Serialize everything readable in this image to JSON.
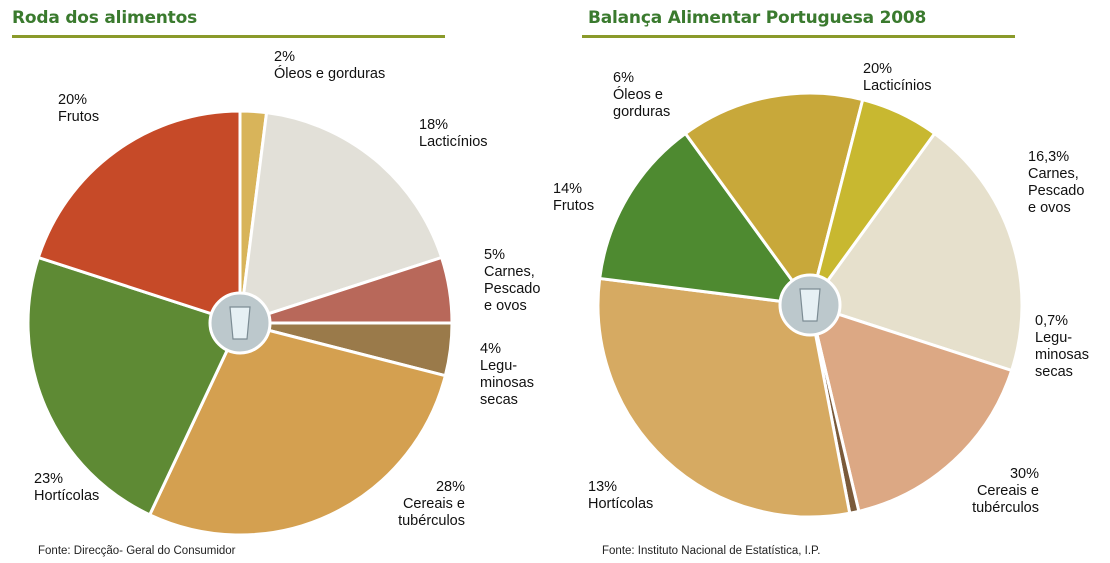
{
  "colors": {
    "title": "#3a7a2e",
    "rule": "#8a9a2a"
  },
  "chart_data": [
    {
      "type": "pie",
      "title": "Roda dos alimentos",
      "source": "Fonte: Direcção- Geral do Consumidor",
      "slices": [
        {
          "label": "Óleos e gorduras",
          "value": 2,
          "value_text": "2%",
          "label_lines": [
            "Óleos e gorduras"
          ],
          "color": "#d8b45a"
        },
        {
          "label": "Lacticínios",
          "value": 18,
          "value_text": "18%",
          "label_lines": [
            "Lacticínios"
          ],
          "color": "#e2e0d8"
        },
        {
          "label": "Carnes, Pescado e ovos",
          "value": 5,
          "value_text": "5%",
          "label_lines": [
            "Carnes,",
            "Pescado",
            "e ovos"
          ],
          "color": "#b8685a"
        },
        {
          "label": "Leguminosas secas",
          "value": 4,
          "value_text": "4%",
          "label_lines": [
            "Legu-",
            "minosas",
            "secas"
          ],
          "color": "#9a7a4a"
        },
        {
          "label": "Cereais e tubérculos",
          "value": 28,
          "value_text": "28%",
          "label_lines": [
            "Cereais e",
            "tubérculos"
          ],
          "color": "#d4a050"
        },
        {
          "label": "Hortícolas",
          "value": 23,
          "value_text": "23%",
          "label_lines": [
            "Hortícolas"
          ],
          "color": "#5e8a34"
        },
        {
          "label": "Frutos",
          "value": 20,
          "value_text": "20%",
          "label_lines": [
            "Frutos"
          ],
          "color": "#c64a28"
        }
      ]
    },
    {
      "type": "pie",
      "title": "Balança Alimentar Portuguesa 2008",
      "source": "Fonte: Instituto Nacional de Estatística, I.P.",
      "slices": [
        {
          "label": "Lacticínios",
          "value": 20,
          "value_text": "20%",
          "label_lines": [
            "Lacticínios"
          ],
          "color": "#e6e0cc"
        },
        {
          "label": "Carnes, Pescado e ovos",
          "value": 16.3,
          "value_text": "16,3%",
          "label_lines": [
            "Carnes,",
            "Pescado",
            "e ovos"
          ],
          "color": "#dca884"
        },
        {
          "label": "Leguminosas secas",
          "value": 0.7,
          "value_text": "0,7%",
          "label_lines": [
            "Legu-",
            "minosas",
            "secas"
          ],
          "color": "#7a5a3a"
        },
        {
          "label": "Cereais e tubérculos",
          "value": 30,
          "value_text": "30%",
          "label_lines": [
            "Cereais e",
            "tubérculos"
          ],
          "color": "#d6aa62"
        },
        {
          "label": "Hortícolas",
          "value": 13,
          "value_text": "13%",
          "label_lines": [
            "Hortícolas"
          ],
          "color": "#4e8a30"
        },
        {
          "label": "Frutos",
          "value": 14,
          "value_text": "14%",
          "label_lines": [
            "Frutos"
          ],
          "color": "#c8a83a"
        },
        {
          "label": "Óleos e gorduras",
          "value": 6,
          "value_text": "6%",
          "label_lines": [
            "Óleos e",
            "gorduras"
          ],
          "color": "#c8b830"
        }
      ]
    }
  ]
}
